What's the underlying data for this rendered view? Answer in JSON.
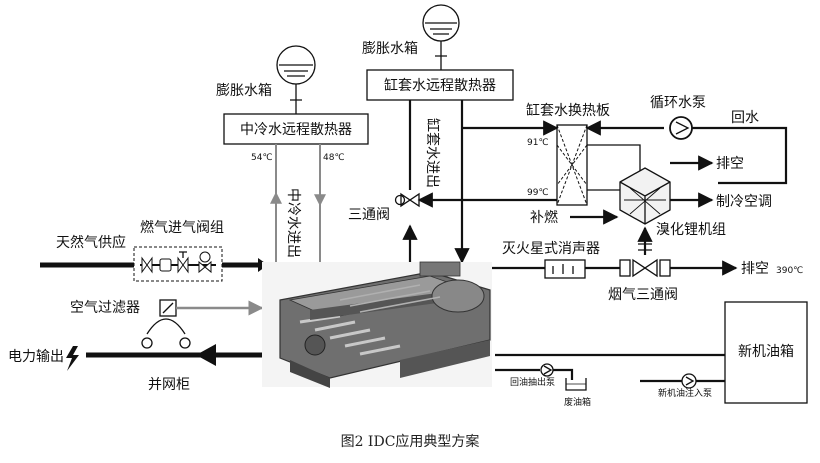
{
  "labels": {
    "expansion_tank_left": "膨胀水箱",
    "expansion_tank_right": "膨胀水箱",
    "intercooler_radiator": "中冷水远程散热器",
    "jacket_radiator": "缸套水远程散热器",
    "temp_in": "54℃",
    "temp_out": "48℃",
    "intercooler_in_out": "中冷水进出",
    "jacket_in_out": "缸套水进出",
    "three_way_valve": "三通阀",
    "gas_supply": "天然气供应",
    "gas_valve_group": "燃气进气阀组",
    "air_filter": "空气过滤器",
    "power_output": "电力输出",
    "grid_cabinet": "并网柜",
    "heat_exchanger": "缸套水换热板",
    "temp_91": "91℃",
    "temp_99": "99℃",
    "circ_pump": "循环水泵",
    "return_water": "回水",
    "vent_top": "排空",
    "cooling_ac": "制冷空调",
    "afterburn": "补燃",
    "libr_unit": "溴化锂机组",
    "silencer": "灭火星式消声器",
    "exhaust": "排空",
    "exhaust_temp": "390℃",
    "flue_valve": "烟气三通阀",
    "oil_tank": "新机油箱",
    "return_oil_pump": "回油抽出泵",
    "waste_oil_tank": "废油箱",
    "oil_inject_pump": "新机油注入泵",
    "caption": "图2   IDC应用典型方案"
  },
  "colors": {
    "line": "#111111",
    "air_line": "#8a8a8a",
    "engine": "#6f6f6f"
  },
  "icons": {
    "pump": "pump-icon",
    "lightning": "lightning-icon",
    "engine": "engine-illustration"
  }
}
